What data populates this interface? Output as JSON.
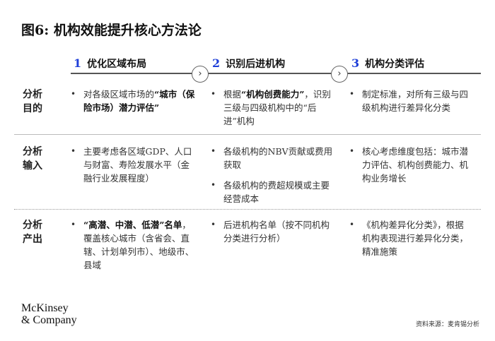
{
  "title": "图6: 机构效能提升核心方法论",
  "steps": [
    {
      "num": "1",
      "label": "优化区域布局"
    },
    {
      "num": "2",
      "label": "识别后进机构"
    },
    {
      "num": "3",
      "label": "机构分类评估"
    }
  ],
  "chevron": "›",
  "bullet": "•",
  "rows": [
    {
      "label": "分析目的",
      "cells": [
        [
          {
            "pre": "对各级区域市场的",
            "bold": "“城市（保险市场）潜力评估”",
            "post": ""
          }
        ],
        [
          {
            "pre": "根据",
            "bold": "“机构创费能力”",
            "post": "，识别三级与四级机构中的“后进”机构"
          }
        ],
        [
          {
            "pre": "制定标准，对所有三级与四级机构进行差异化分类",
            "bold": "",
            "post": ""
          }
        ]
      ]
    },
    {
      "label": "分析输入",
      "cells": [
        [
          {
            "pre": "主要考虑各区域GDP、人口与财富、寿险发展水平（金融行业发展程度）",
            "bold": "",
            "post": ""
          }
        ],
        [
          {
            "pre": "各级机构的NBV贡献或费用获取",
            "bold": "",
            "post": ""
          },
          {
            "pre": "各级机构的费超规模或主要经营成本",
            "bold": "",
            "post": ""
          }
        ],
        [
          {
            "pre": "核心考虑维度包括：城市潜力评估、机构创费能力、机构业务增长",
            "bold": "",
            "post": ""
          }
        ]
      ]
    },
    {
      "label": "分析产出",
      "cells": [
        [
          {
            "pre": "",
            "bold": "“高潜、中潜、低潜”名单",
            "post": "，覆盖核心城市（含省会、直辖、计划单列市）、地级市、县域"
          }
        ],
        [
          {
            "pre": "后进机构名单（按不同机构分类进行分析）",
            "bold": "",
            "post": ""
          }
        ],
        [
          {
            "pre": "《机构差异化分类》，根据机构表现进行差异化分类，精准施策",
            "bold": "",
            "post": ""
          }
        ]
      ]
    }
  ],
  "logo": {
    "line1": "McKinsey",
    "line2": "& Company"
  },
  "source": "资料来源：麦肯锡分析"
}
